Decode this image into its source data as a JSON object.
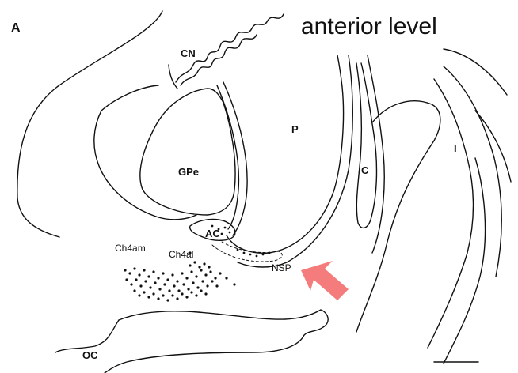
{
  "panel_letter": "A",
  "title": "anterior level",
  "labels": {
    "cn": "CN",
    "p": "P",
    "gpe": "GPe",
    "c": "C",
    "i": "I",
    "ac": "AC",
    "ch4am": "Ch4am",
    "ch4al": "Ch4al",
    "nsp": "NSP",
    "oc": "OC"
  },
  "colors": {
    "arrow": "#F47C7C",
    "ink": "#111111"
  },
  "arrow_icon": "arrow-pointing-up-left"
}
